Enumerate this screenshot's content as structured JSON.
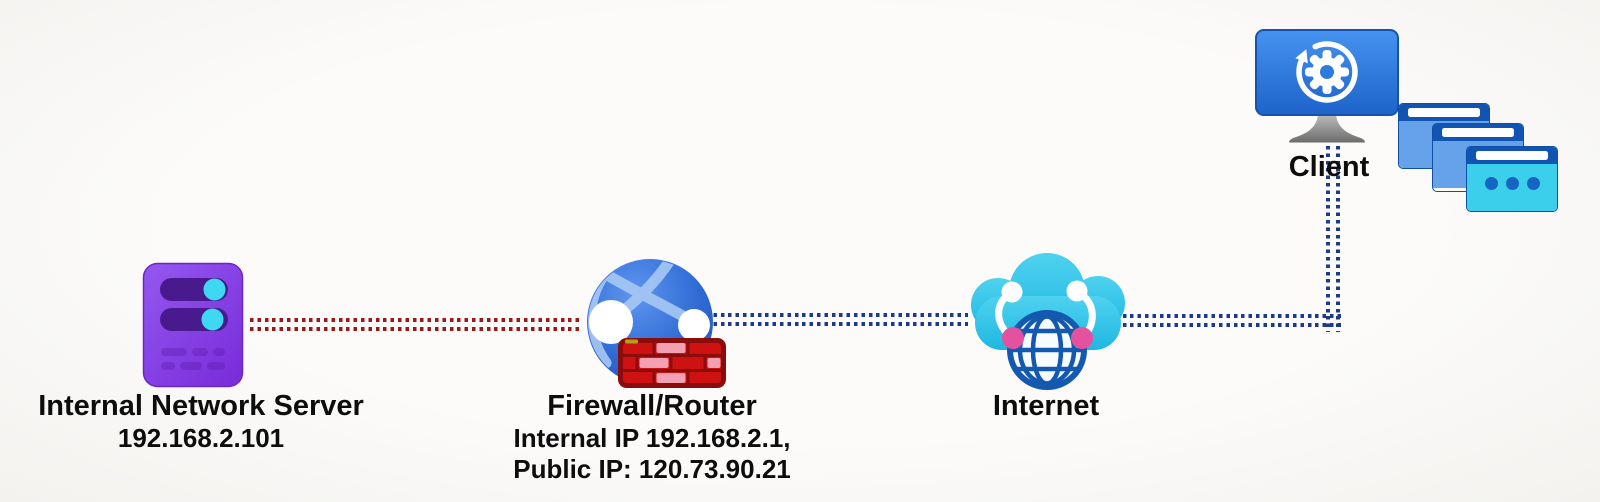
{
  "nodes": {
    "server": {
      "icon": "server-icon",
      "label": "Internal Network Server",
      "ip": "192.168.2.101"
    },
    "firewall": {
      "icon": "firewall-router-icon",
      "label": "Firewall/Router",
      "internal_ip": "Internal IP 192.168.2.1,",
      "public_ip": "Public IP: 120.73.90.21"
    },
    "internet": {
      "icon": "internet-cloud-icon",
      "label": "Internet"
    },
    "client": {
      "icon": "client-monitor-icon",
      "secondary_icon": "browser-windows-icon",
      "label": "Client"
    }
  },
  "connections": [
    {
      "from": "internal-network-server",
      "to": "firewall-router",
      "line": "double-dotted",
      "color": "#9a1a1a",
      "route": "horizontal"
    },
    {
      "from": "firewall-router",
      "to": "internet",
      "line": "double-dotted",
      "color": "#1b3a8c",
      "route": "horizontal"
    },
    {
      "from": "internet",
      "to": "client",
      "line": "double-dotted",
      "color": "#1b3a8c",
      "route": "elbow-right-up"
    }
  ],
  "colors": {
    "background": "#fbfafa",
    "label_text": "#0d0d0d",
    "red_line": "#9a1a1a",
    "blue_line": "#1b3a8c",
    "server_purple": "#8743e8",
    "server_toggle_cyan": "#3fd8f2",
    "router_sphere_blue": "#2f6ad4",
    "firewall_brick_red": "#ce1212",
    "firewall_brick_pink": "#f59fb2",
    "cloud_cyan": "#29c5e8",
    "endpoint_pink": "#e4519e",
    "globe_blue": "#1459b0",
    "monitor_blue": "#2f7bdd",
    "browser_window_blue": "#66a2ea",
    "browser_window_cyan": "#3bcfec",
    "browser_titlebar_blue": "#1254b2"
  }
}
